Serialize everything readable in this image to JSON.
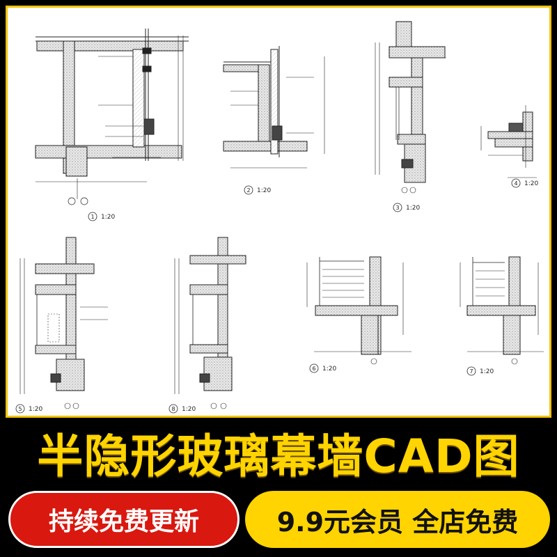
{
  "drawings": [
    {
      "id": "1",
      "scale": "1:20"
    },
    {
      "id": "2",
      "scale": "1:20"
    },
    {
      "id": "3",
      "scale": "1:20"
    },
    {
      "id": "4",
      "scale": "1:20"
    },
    {
      "id": "5",
      "scale": "1:20"
    },
    {
      "id": "6",
      "scale": "1:20"
    },
    {
      "id": "7",
      "scale": "1:20"
    },
    {
      "id": "8",
      "scale": "1:20"
    }
  ],
  "title": "半隐形玻璃幕墙CAD图",
  "badges": {
    "updates": "持续免费更新",
    "member": "9.9元会员 全店免费"
  },
  "colors": {
    "background": "#000000",
    "frame_border": "#f2c200",
    "title": "#ffd400",
    "badge_red": "#d9180f",
    "badge_yellow": "#ffd400"
  }
}
